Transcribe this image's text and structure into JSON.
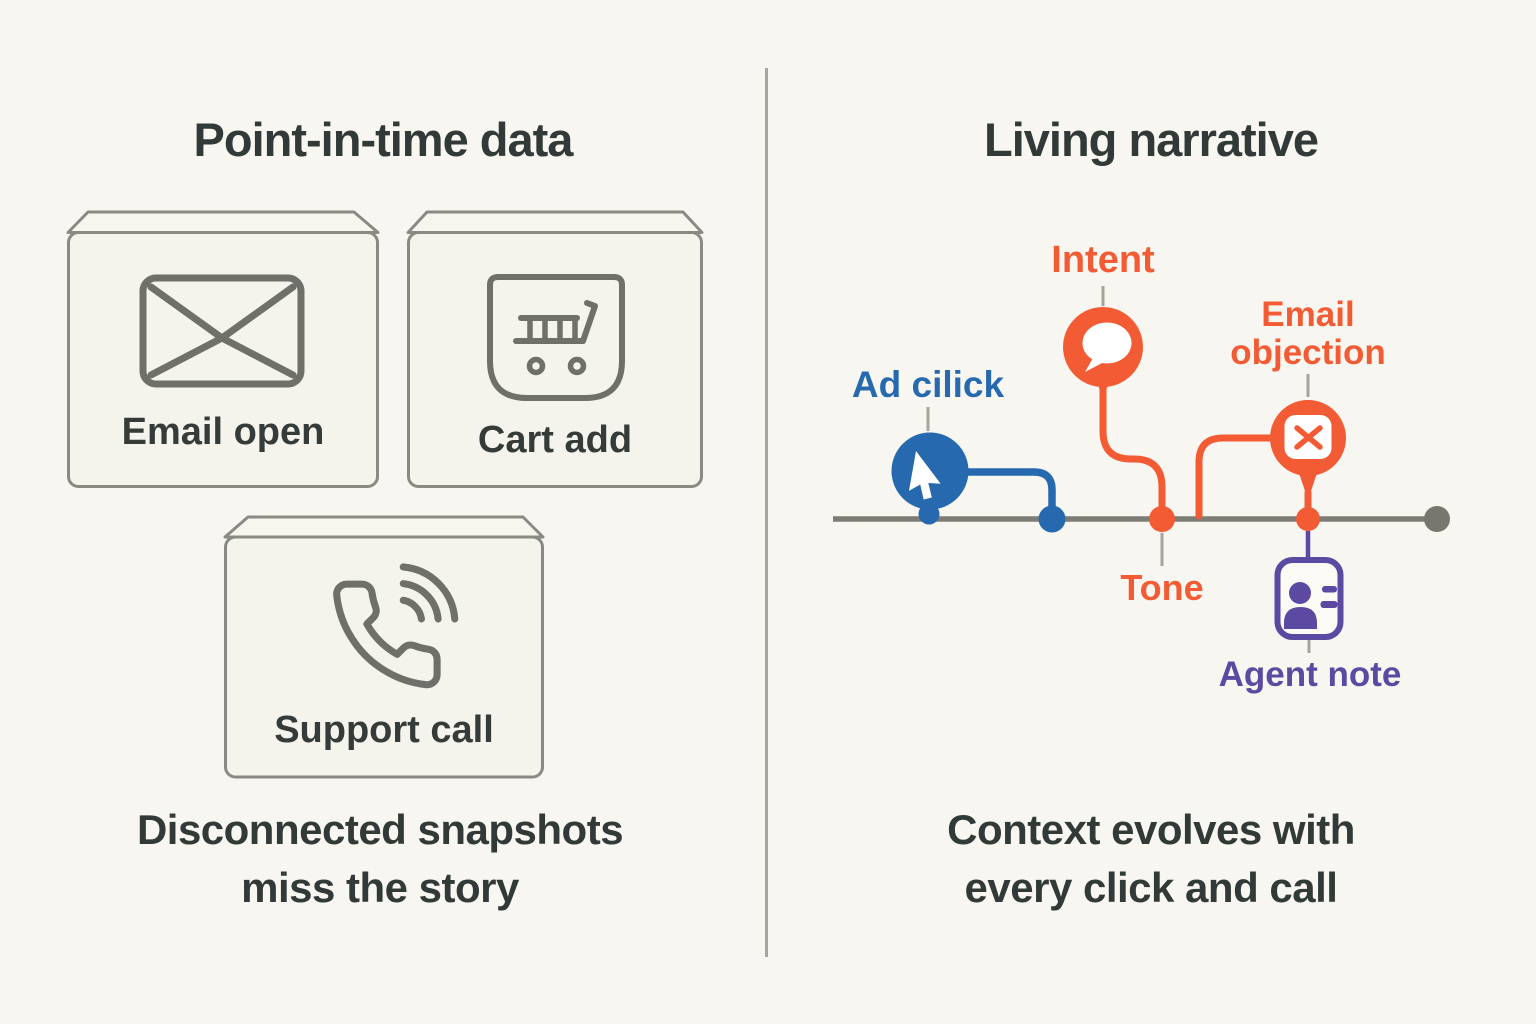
{
  "left_panel": {
    "title": "Point-in-time data",
    "boxes": [
      {
        "label": "Email open",
        "icon": "envelope-icon"
      },
      {
        "label": "Cart add",
        "icon": "shopping-cart-icon"
      },
      {
        "label": "Support call",
        "icon": "phone-icon"
      }
    ],
    "caption": {
      "line1": "Disconnected snapshots",
      "line2": "miss the story"
    }
  },
  "right_panel": {
    "title": "Living narrative",
    "events": [
      {
        "label": "Ad cilick",
        "color": "#2669ae",
        "icon": "cursor-icon"
      },
      {
        "label": "Intent",
        "color": "#f25b33",
        "icon": "speech-bubble-icon"
      },
      {
        "label": "Email objection",
        "color": "#f25b33",
        "icon": "email-x-icon"
      },
      {
        "label": "Tone",
        "color": "#f25b33",
        "icon": "timeline-dot"
      },
      {
        "label": "Agent note",
        "color": "#5b49a2",
        "icon": "contact-card-icon"
      }
    ],
    "caption": {
      "line1": "Context evolves with",
      "line2": "every click and call"
    }
  },
  "colors": {
    "background": "#f8f6f0",
    "ink": "#323a38",
    "blue": "#2669ae",
    "orange": "#f25b33",
    "purple": "#5b49a2",
    "timeline_gray": "#7c7c75",
    "box_border": "#8a8a84",
    "icon_gray": "#70706b",
    "thin_connector_gray": "#a5a59d"
  }
}
